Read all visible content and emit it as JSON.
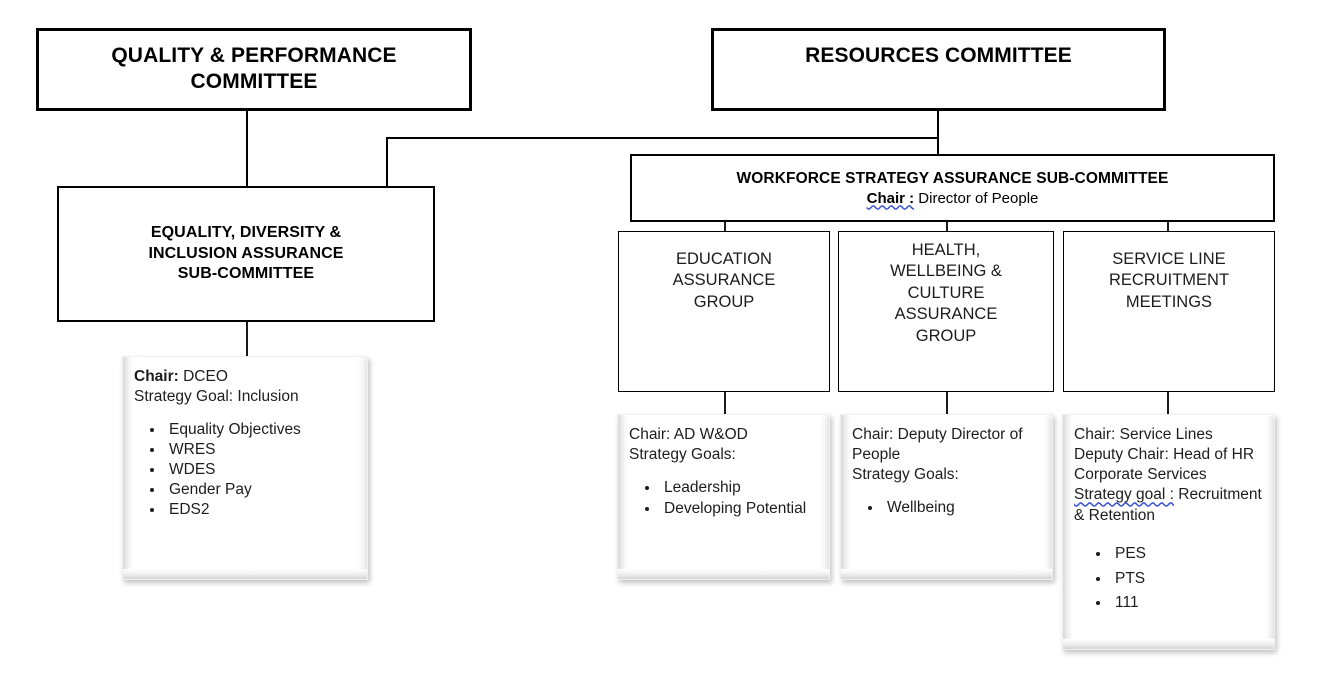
{
  "diagram": {
    "title": "Workforce governance structure chart",
    "colors": {
      "border": "#000000",
      "background": "#ffffff",
      "spellcheck_underline": "#3b53d6",
      "card_shadow": "rgba(0,0,0,0.24)"
    }
  },
  "committees": {
    "quality_performance": {
      "line1": "QUALITY & PERFORMANCE",
      "line2": "COMMITTEE"
    },
    "resources": {
      "line1": "RESOURCES COMMITTEE"
    }
  },
  "subcommittees": {
    "edi": {
      "line1": "EQUALITY, DIVERSITY &",
      "line2": "INCLUSION ASSURANCE",
      "line3": "SUB-COMMITTEE"
    },
    "wsas": {
      "title": "WORKFORCE STRATEGY ASSURANCE SUB-COMMITTEE",
      "chair_label": "Chair :",
      "chair_value": " Director of People"
    }
  },
  "groups": {
    "education": {
      "line1": "EDUCATION",
      "line2": "ASSURANCE",
      "line3": "GROUP"
    },
    "health_wellbeing": {
      "line1": "HEALTH,",
      "line2": "WELLBEING &",
      "line3": "CULTURE",
      "line4": "ASSURANCE",
      "line5": "GROUP"
    },
    "service_line_recruitment": {
      "line1": "SERVICE LINE",
      "line2": "RECRUITMENT",
      "line3": "MEETINGS"
    }
  },
  "cards": {
    "edi_detail": {
      "chair_label": "Chair:",
      "chair_value": " DCEO",
      "strategy_line": "Strategy Goal: Inclusion",
      "bullets": [
        "Equality Objectives",
        "WRES",
        "WDES",
        "Gender Pay",
        "EDS2"
      ]
    },
    "education_detail": {
      "chair_line": "Chair: AD W&OD",
      "strategy_line": "Strategy Goals:",
      "bullets": [
        "Leadership",
        "Developing Potential"
      ]
    },
    "health_detail": {
      "chair_line": "Chair: Deputy Director of People",
      "strategy_line": "Strategy Goals:",
      "bullets": [
        "Wellbeing"
      ]
    },
    "recruitment_detail": {
      "chair_line": "Chair: Service Lines",
      "deputy_chair_line": "Deputy Chair: Head of HR Corporate Services",
      "strategy_label": "Strategy goal :",
      "strategy_value": " Recruitment & Retention",
      "bullets": [
        "PES",
        "PTS",
        "111"
      ]
    }
  }
}
